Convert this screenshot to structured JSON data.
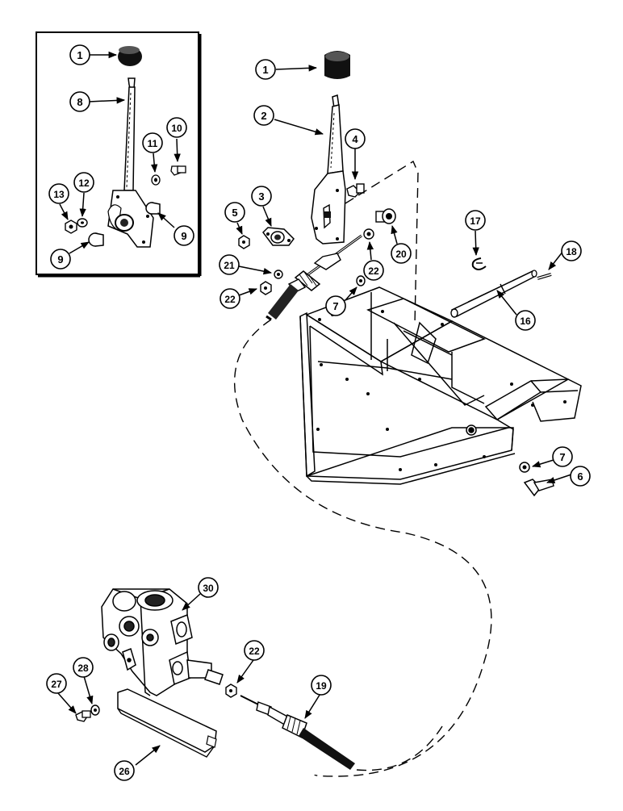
{
  "callouts": {
    "inset_knob": "1",
    "inset_lever": "8",
    "inset_bolt": "10",
    "inset_washer_11": "11",
    "inset_washer_12": "12",
    "inset_nut": "13",
    "inset_bushing_right": "9",
    "inset_bushing_left": "9",
    "knob": "1",
    "lever": "2",
    "pivot_bracket": "3",
    "lever_bolt": "4",
    "nut_5": "5",
    "lockwasher_21": "21",
    "nut_22_upper_left": "22",
    "nut_22_upper_right": "22",
    "bolt_20": "20",
    "washer_7_upper": "7",
    "clip_17": "17",
    "pin_18": "18",
    "shaft_16": "16",
    "washer_7_lower": "7",
    "bolt_6": "6",
    "valve_30": "30",
    "nut_22_lower": "22",
    "cable_19": "19",
    "bolt_27": "27",
    "washer_28": "28",
    "bracket_26": "26"
  }
}
